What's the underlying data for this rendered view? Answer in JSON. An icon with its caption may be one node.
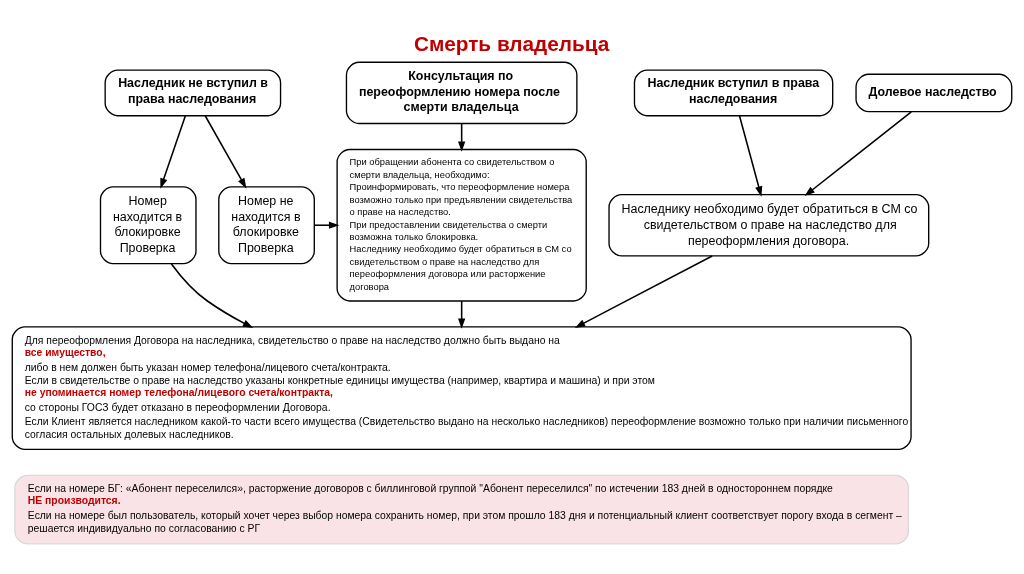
{
  "diagram": {
    "title": "Смерть владельца",
    "nodes": [
      {
        "text": [
          "Наследник не вступил в права наследования"
        ]
      },
      {
        "text": [
          "Консультация по переоформлению номера после смерти владельца"
        ]
      },
      {
        "text": [
          "Наследник вступил в права наследования"
        ]
      },
      {
        "text": [
          "Долевое наследство"
        ]
      },
      {
        "text": [
          "Номер находится в блокировке Проверка"
        ]
      },
      {
        "text": [
          "Номер не находится в блокировке Проверка"
        ]
      },
      {
        "text": [
          "При обращении абонента со свидетельством о смерти владельца, необходимо:",
          "Проинформировать, что переоформление номера возможно только при предъявлении свидетельства о праве на наследство.",
          "При предоставлении свидетельства о смерти возможна только блокировка.",
          "Наследнику необходимо будет обратиться в СМ со свидетельством о праве на наследство для переоформления договора или расторжение договора"
        ]
      },
      {
        "text": [
          "Наследнику необходимо будет обратиться в СМ со свидетельством о праве на наследство для переоформления договора."
        ]
      },
      {
        "text": [
          "Для переоформления Договора на наследника, свидетельство о праве на наследство должно быть выдано на **все имущество**, либо в нем должен быть указан номер телефона/лицевого счета/контракта.",
          "Если в свидетельстве о праве на наследство указаны конкретные единицы имущества (например, квартира и машина) и при этом **не упоминается номер телефона/лицевого счета/контракта**, со стороны ГОСЗ будет отказано в переоформлении Договора.",
          "Если Клиент является наследником какой-то части всего имущества (Свидетельство выдано на несколько наследников) переоформление возможно только при наличии письменного согласия остальных долевых наследников."
        ]
      },
      {
        "text": [
          "Если на номере БГ: «Абонент переселился», расторжение договоров с биллинговой группой \"Абонент переселился\" по истечении 183 дней в одностороннем порядке **НЕ производится**.",
          "Если на номере был пользователь, который хочет через выбор номера сохранить номер, при этом  прошло 183 дня и потенциальный клиент соответствует порогу входа в сегмент – решается индивидуально по согласованию с РГ"
        ]
      }
    ],
    "edges": [
      {
        "from": 0,
        "to": 4,
        "arrow": "to"
      },
      {
        "from": 0,
        "to": 5,
        "arrow": "to"
      },
      {
        "from": 1,
        "to": 6,
        "arrow": "to"
      },
      {
        "from": 5,
        "to": 6,
        "arrow": "to"
      },
      {
        "from": 2,
        "to": 7,
        "arrow": "to"
      },
      {
        "from": 3,
        "to": 7,
        "arrow": "to"
      },
      {
        "from": 4,
        "to": 8,
        "arrow": "to"
      },
      {
        "from": 6,
        "to": 8,
        "arrow": "to"
      },
      {
        "from": 7,
        "to": 8,
        "arrow": "to"
      }
    ]
  }
}
